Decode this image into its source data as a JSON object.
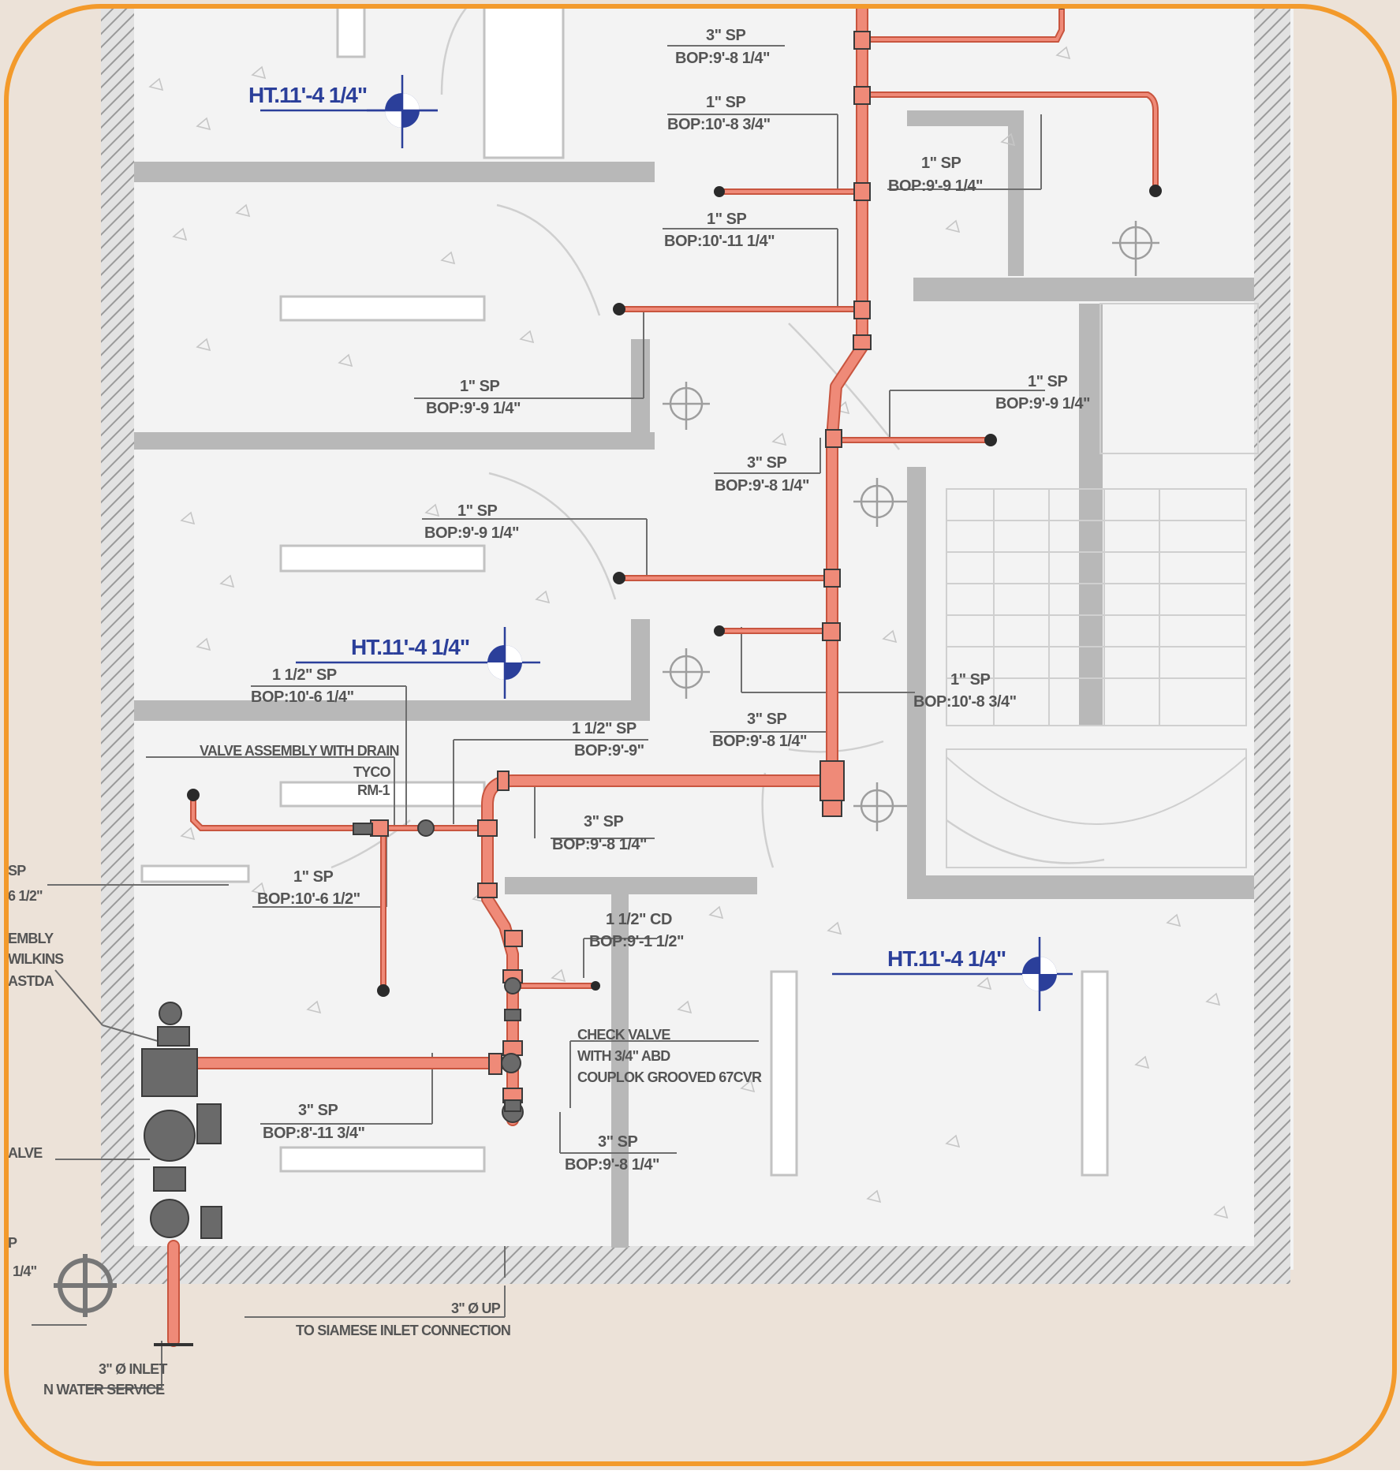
{
  "colors": {
    "pipe": "#ef8a78",
    "pipe_outline": "#c8553f",
    "frame": "#f39a2b",
    "backdrop": "#ece2d8",
    "wall": "#b4b4b4",
    "ht_marker": "#2b3f9a"
  },
  "heights": {
    "ht1": "HT.11'-4 1/4\"",
    "ht2": "HT.11'-4 1/4\"",
    "ht3": "HT.11'-4 1/4\""
  },
  "pipes": {
    "p1": {
      "size": "3\" SP",
      "bop": "BOP:9'-8 1/4\""
    },
    "p2": {
      "size": "1\" SP",
      "bop": "BOP:10'-8 3/4\""
    },
    "p3": {
      "size": "1\" SP",
      "bop": "BOP:9'-9 1/4\""
    },
    "p4": {
      "size": "1\" SP",
      "bop": "BOP:10'-11 1/4\""
    },
    "p5": {
      "size": "1\" SP",
      "bop": "BOP:9'-9 1/4\""
    },
    "p6": {
      "size": "1\" SP",
      "bop": "BOP:9'-9 1/4\""
    },
    "p7": {
      "size": "3\" SP",
      "bop": "BOP:9'-8 1/4\""
    },
    "p8": {
      "size": "1\" SP",
      "bop": "BOP:9'-9 1/4\""
    },
    "p9": {
      "size": "1 1/2\" SP",
      "bop": "BOP:10'-6 1/4\""
    },
    "p10": {
      "size": "1\" SP",
      "bop": "BOP:10'-8 3/4\""
    },
    "p11": {
      "size": "3\" SP",
      "bop": "BOP:9'-8 1/4\""
    },
    "p12": {
      "size": "1 1/2\" SP",
      "bop": "BOP:9'-9\""
    },
    "p13": {
      "size": "3\" SP",
      "bop": "BOP:9'-8 1/4\""
    },
    "p14": {
      "size": "1\" SP",
      "bop": "BOP:10'-6 1/2\""
    },
    "p15": {
      "size": "1 1/2\" CD",
      "bop": "BOP:9'-1 1/2\""
    },
    "p16": {
      "size": "3\" SP",
      "bop": "BOP:8'-11 3/4\""
    },
    "p17": {
      "size": "3\" SP",
      "bop": "BOP:9'-8 1/4\""
    }
  },
  "notes": {
    "valve_assembly": "VALVE ASSEMBLY WITH DRAIN",
    "tyco": "TYCO",
    "model": "RM-1",
    "check_valve": "CHECK VALVE",
    "with_abd": "WITH 3/4\" ABD",
    "coupling": "COUPLOK GROOVED 67CVR",
    "up_3": "3\" Ø UP",
    "siamese": "TO SIAMESE INLET CONNECTION",
    "inlet_3": "3\" Ø INLET",
    "water_service": "N WATER SERVICE",
    "cut_sp": "SP",
    "cut_half": "6 1/2\"",
    "cut_embly": "EMBLY",
    "cut_wilkins": "WILKINS",
    "cut_astda": "ASTDA",
    "cut_alve": "ALVE",
    "cut_p": "P",
    "cut_quarter": "1/4\""
  }
}
